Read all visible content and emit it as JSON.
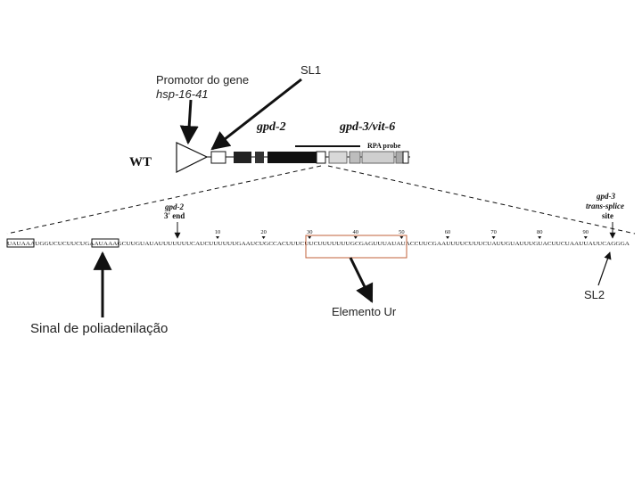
{
  "annotations": {
    "promoter_line1": "Promotor do gene",
    "promoter_line2": "hsp-16-41",
    "sl1": "SL1",
    "sl2": "SL2",
    "ur_element": "Elemento Ur",
    "polyadenylation_signal": "Sinal de poliadenilação"
  },
  "figure": {
    "strain": "WT",
    "gene_left": "gpd-2",
    "gene_right": "gpd-3/vit-6",
    "rpa_probe": "RPA probe",
    "gpd2_end_line1": "gpd-2",
    "gpd2_end_line2": "3' end",
    "gpd3_site_line1": "gpd-3",
    "gpd3_site_line2": "trans-splice",
    "gpd3_site_line3": "site"
  },
  "sequence": {
    "text": "UAUAAAUGGUCUCUUCUGAAUAAAGCUUGUAUAUUUUUUUCAUCUUUUUUGAAUCUGCCACUUUCUUCUUUUUUUGCGAGUUUAUAUACCUUCGAAUUUUCUUUCUAUUGUAUUUGUACUUCUAAUUAUUCAGGGA",
    "position_marks": [
      "10",
      "20",
      "30",
      "40",
      "50",
      "60",
      "70",
      "80",
      "90"
    ]
  },
  "colors": {
    "ur_box": "#c0603a",
    "ink": "#111111"
  }
}
